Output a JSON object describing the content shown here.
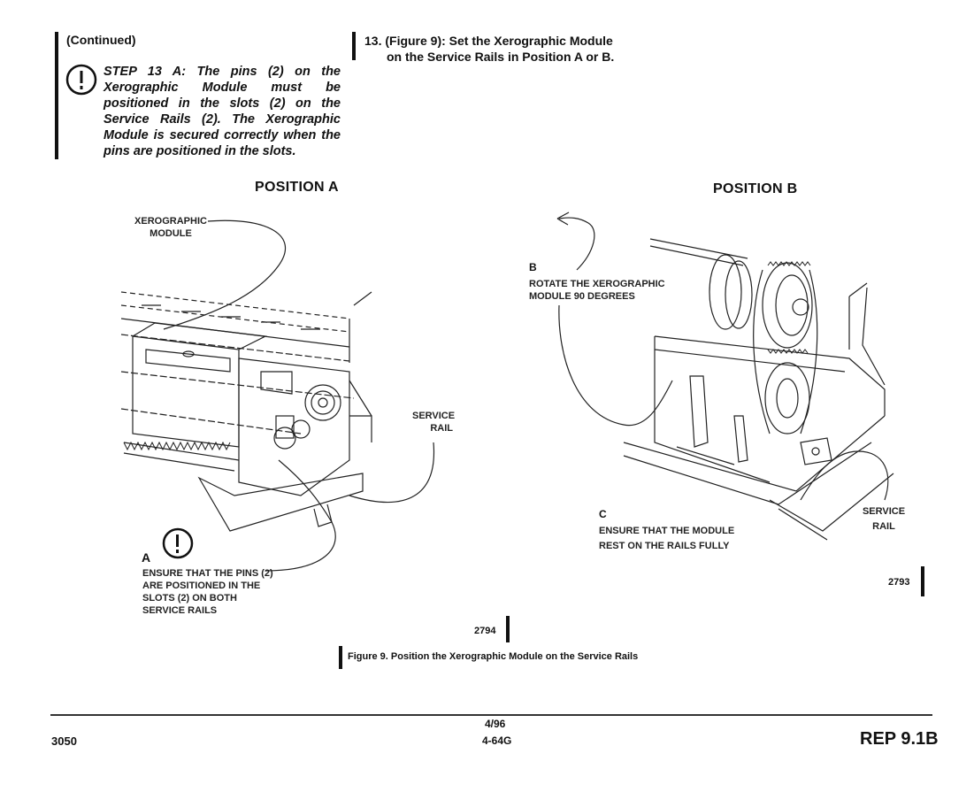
{
  "header": {
    "continued": "(Continued)",
    "caution_text": "STEP 13 A: The pins (2) on the Xerographic Module must be positioned in the slots (2) on the Service Rails (2). The Xerographic Module is secured correctly when the pins are positioned in the slots.",
    "step_line1": "13. (Figure 9): Set the Xerographic Module",
    "step_line2": "on the Service Rails in Position A or B."
  },
  "position_a": {
    "title": "POSITION A",
    "label_xerographic_line1": "XEROGRAPHIC",
    "label_xerographic_line2": "MODULE",
    "label_service_line1": "SERVICE",
    "label_service_line2": "RAIL",
    "callout_letter": "A",
    "callout_line1": "ENSURE THAT THE PINS (2)",
    "callout_line2": "ARE POSITIONED IN THE",
    "callout_line3": "SLOTS (2) ON BOTH",
    "callout_line4": "SERVICE RAILS",
    "figure_number": "2794"
  },
  "position_b": {
    "title": "POSITION B",
    "callout_b_letter": "B",
    "callout_b_line1": "ROTATE THE XEROGRAPHIC",
    "callout_b_line2": "MODULE 90 DEGREES",
    "callout_c_letter": "C",
    "callout_c_line1": "ENSURE THAT THE MODULE",
    "callout_c_line2": "REST ON THE RAILS FULLY",
    "label_service_line1": "SERVICE",
    "label_service_line2": "RAIL",
    "figure_number": "2793"
  },
  "caption": "Figure 9.  Position the Xerographic Module on the Service Rails",
  "footer": {
    "left": "3050",
    "date": "4/96",
    "page": "4-64G",
    "right": "REP 9.1B"
  }
}
